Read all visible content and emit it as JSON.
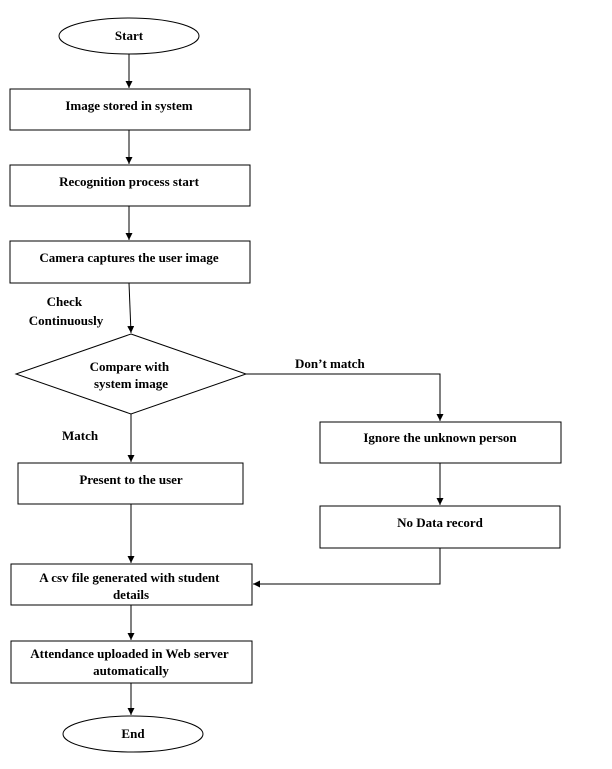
{
  "flowchart": {
    "nodes": {
      "start": {
        "label": "Start",
        "shape": "ellipse"
      },
      "image_stored": {
        "label": "Image stored in system",
        "shape": "rect"
      },
      "recognition": {
        "label": "Recognition process start",
        "shape": "rect"
      },
      "camera": {
        "label": "Camera captures the user image",
        "shape": "rect"
      },
      "compare": {
        "lines": [
          "Compare with",
          "system image"
        ],
        "shape": "diamond"
      },
      "present": {
        "label": "Present to the user",
        "shape": "rect"
      },
      "ignore": {
        "label": "Ignore the unknown person",
        "shape": "rect"
      },
      "no_data": {
        "label": "No Data record",
        "shape": "rect"
      },
      "csv": {
        "lines": [
          "A csv file generated with student",
          "details"
        ],
        "shape": "rect"
      },
      "attendance": {
        "lines": [
          "Attendance uploaded in Web server",
          "automatically"
        ],
        "shape": "rect"
      },
      "end": {
        "label": "End",
        "shape": "ellipse"
      }
    },
    "edge_labels": {
      "check": [
        "Check",
        "Continuously"
      ],
      "dont_match": "Don’t  match",
      "match": "Match"
    }
  }
}
